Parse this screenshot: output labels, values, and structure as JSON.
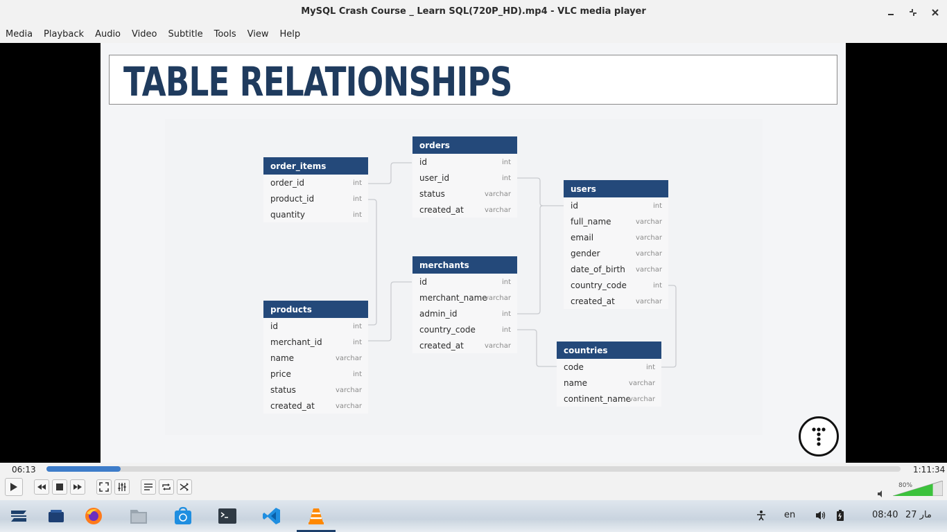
{
  "window": {
    "title": "MySQL Crash Course _ Learn SQL(720P_HD).mp4 - VLC media player",
    "minimize_icon": "minimize-icon",
    "restore_icon": "restore-icon",
    "close_icon": "close-icon"
  },
  "menu": [
    "Media",
    "Playback",
    "Audio",
    "Video",
    "Subtitle",
    "Tools",
    "View",
    "Help"
  ],
  "slide": {
    "heading": "TABLE RELATIONSHIPS",
    "tables": [
      {
        "name": "order_items",
        "rows": [
          [
            "order_id",
            "int"
          ],
          [
            "product_id",
            "int"
          ],
          [
            "quantity",
            "int"
          ]
        ]
      },
      {
        "name": "orders",
        "rows": [
          [
            "id",
            "int"
          ],
          [
            "user_id",
            "int"
          ],
          [
            "status",
            "varchar"
          ],
          [
            "created_at",
            "varchar"
          ]
        ]
      },
      {
        "name": "users",
        "rows": [
          [
            "id",
            "int"
          ],
          [
            "full_name",
            "varchar"
          ],
          [
            "email",
            "varchar"
          ],
          [
            "gender",
            "varchar"
          ],
          [
            "date_of_birth",
            "varchar"
          ],
          [
            "country_code",
            "int"
          ],
          [
            "created_at",
            "varchar"
          ]
        ]
      },
      {
        "name": "merchants",
        "rows": [
          [
            "id",
            "int"
          ],
          [
            "merchant_name",
            "varchar"
          ],
          [
            "admin_id",
            "int"
          ],
          [
            "country_code",
            "int"
          ],
          [
            "created_at",
            "varchar"
          ]
        ]
      },
      {
        "name": "products",
        "rows": [
          [
            "id",
            "int"
          ],
          [
            "merchant_id",
            "int"
          ],
          [
            "name",
            "varchar"
          ],
          [
            "price",
            "int"
          ],
          [
            "status",
            "varchar"
          ],
          [
            "created_at",
            "varchar"
          ]
        ]
      },
      {
        "name": "countries",
        "rows": [
          [
            "code",
            "int"
          ],
          [
            "name",
            "varchar"
          ],
          [
            "continent_name",
            "varchar"
          ]
        ]
      }
    ]
  },
  "player": {
    "elapsed": "06:13",
    "total": "1:11:34",
    "progress_fraction": 0.087,
    "volume_label": "80%",
    "volume_fraction": 0.8
  },
  "taskbar": {
    "apps": [
      "zorin-menu-icon",
      "files-icon",
      "firefox-icon",
      "file-manager-icon",
      "software-store-icon",
      "terminal-icon",
      "vscode-icon",
      "vlc-icon"
    ],
    "language": "en",
    "clock": "08:40",
    "date": "مار 27"
  },
  "colors": {
    "table_header": "#24497a",
    "seek_fill": "#3d7cc9",
    "volume_fill": "#3cc23c"
  }
}
